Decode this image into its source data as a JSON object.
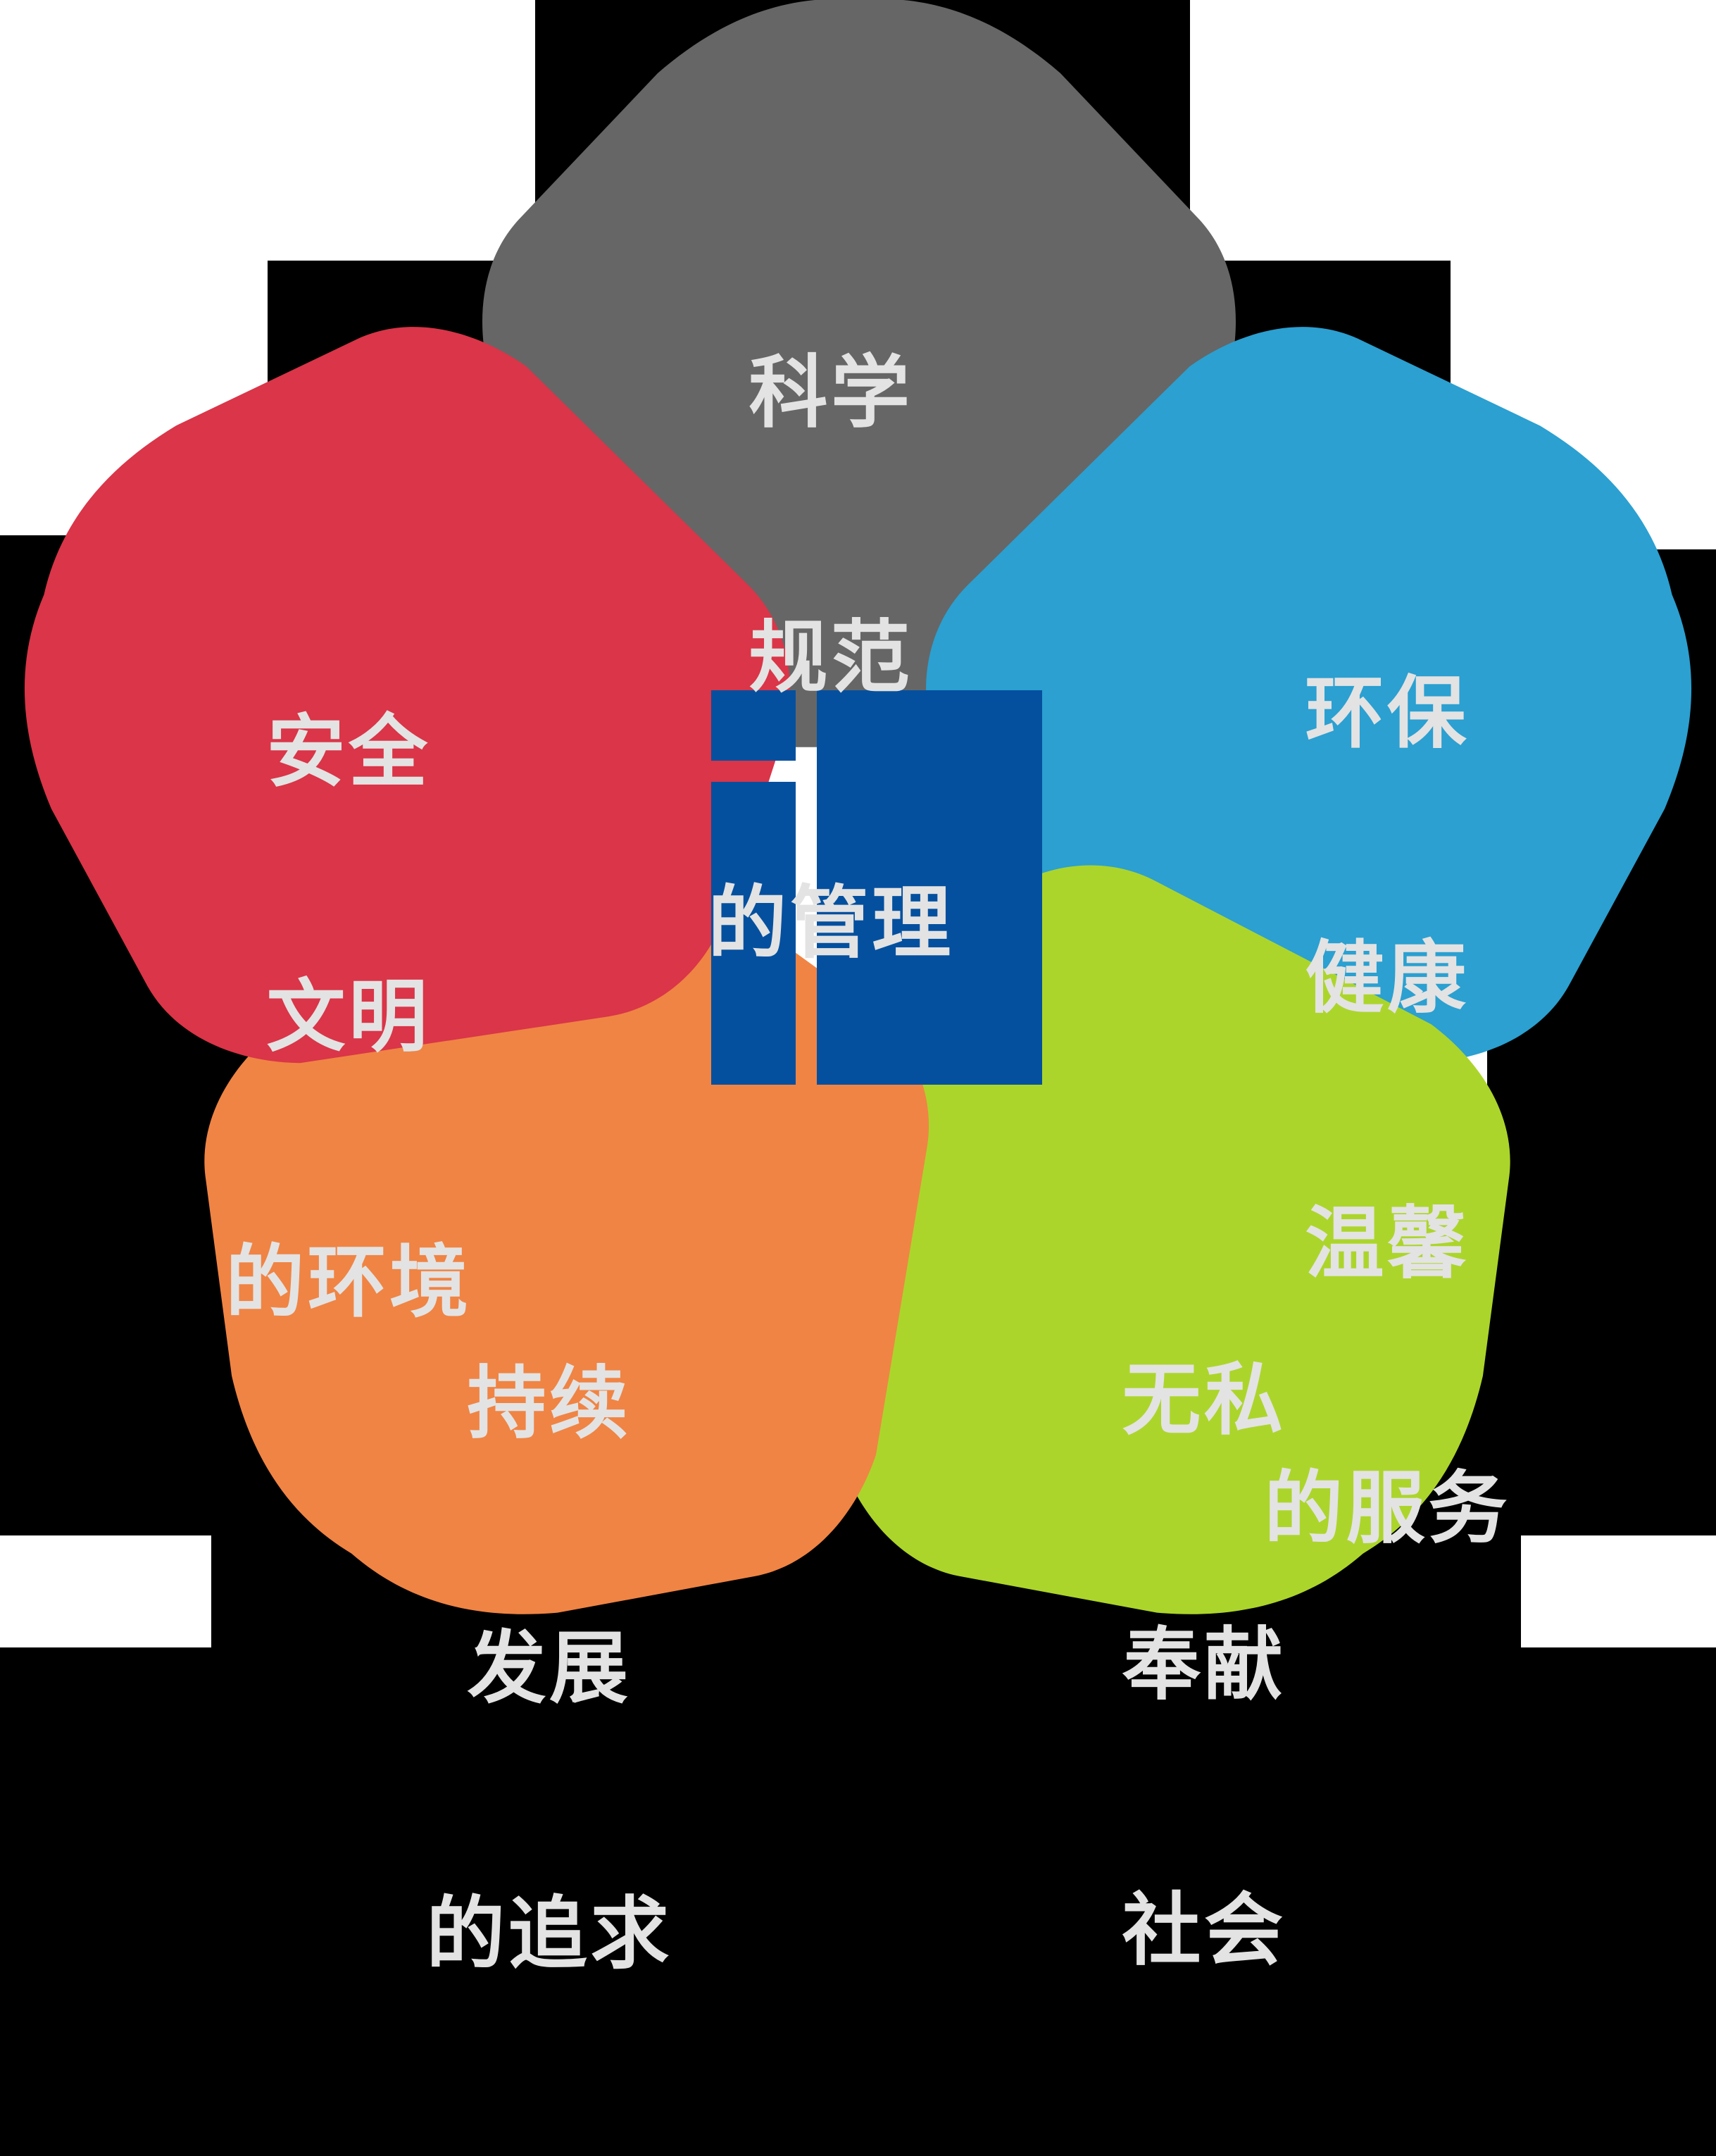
{
  "figure": {
    "type": "petal-diagram",
    "petal_count": 5,
    "center": {
      "logo_name": "company-logo-mark",
      "logo_color": "#04509F",
      "logo_backdrop_color": "#FFFFFF"
    }
  },
  "colors": {
    "background": "#000000",
    "petal_gray": "#666666",
    "petal_red": "#DA3548",
    "petal_cyan": "#2BA0D1",
    "petal_orange": "#F08444",
    "petal_green": "#ACD52B",
    "label_text": "#E3E3E3",
    "logo_blue": "#04509F",
    "white": "#FFFFFF"
  },
  "petals": [
    {
      "id": "management",
      "position": "top",
      "color": "#666666",
      "lines": [
        "科学",
        "规范",
        "的管理"
      ],
      "full_text": "科学规范的管理"
    },
    {
      "id": "safety",
      "position": "left",
      "color": "#DA3548",
      "lines": [
        "安全",
        "文明",
        "的环境"
      ],
      "full_text": "安全文明的环境"
    },
    {
      "id": "service",
      "position": "right",
      "color": "#2BA0D1",
      "lines": [
        "环保",
        "健康",
        "温馨",
        "的服务"
      ],
      "full_text": "环保健康温馨的服务"
    },
    {
      "id": "development",
      "position": "bottom-left",
      "color": "#F08444",
      "lines": [
        "持续",
        "发展",
        "的追求"
      ],
      "full_text": "持续发展的追求"
    },
    {
      "id": "social",
      "position": "bottom-right",
      "color": "#ACD52B",
      "lines": [
        "无私",
        "奉献",
        "社会"
      ],
      "full_text": "无私奉献社会"
    }
  ]
}
